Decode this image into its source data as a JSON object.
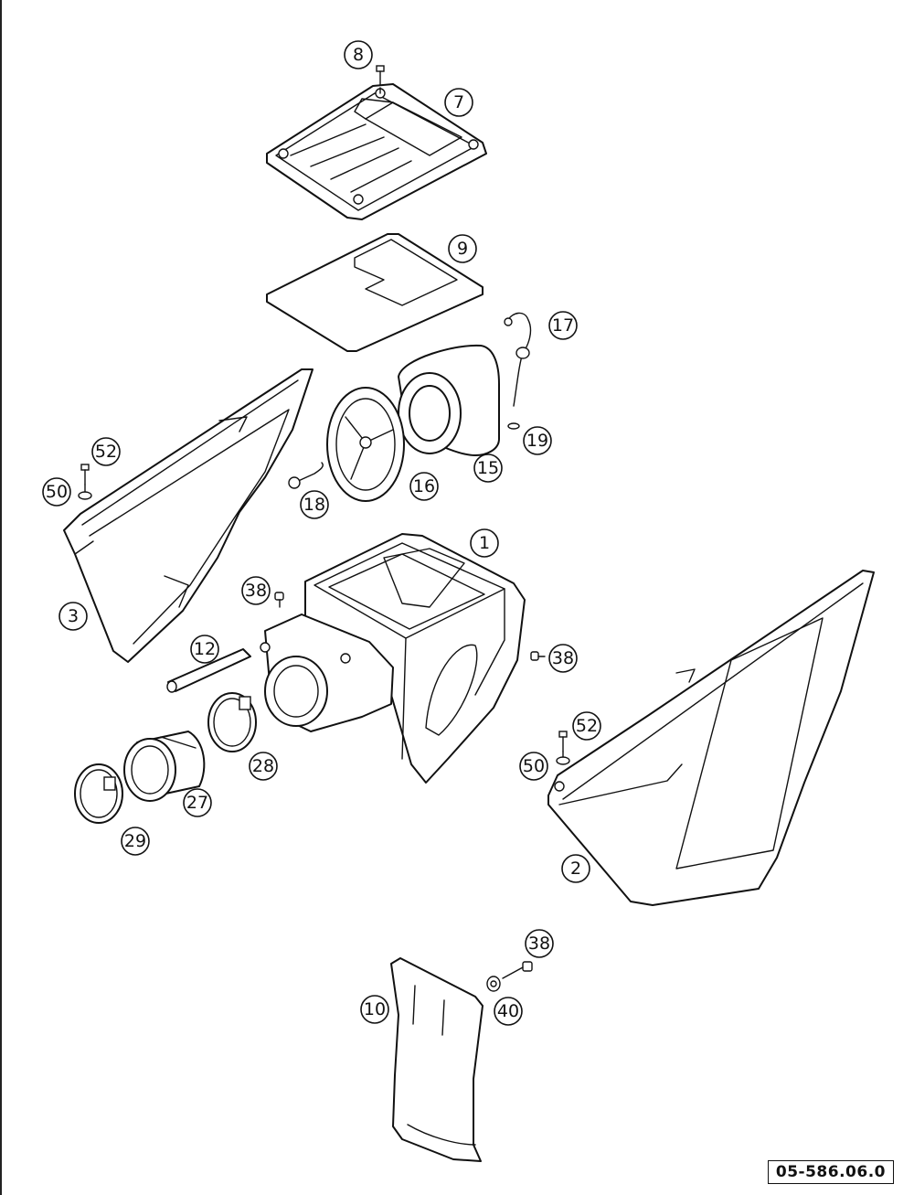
{
  "diagram": {
    "callouts": [
      {
        "id": "8",
        "label": "8"
      },
      {
        "id": "7",
        "label": "7"
      },
      {
        "id": "9",
        "label": "9"
      },
      {
        "id": "17",
        "label": "17"
      },
      {
        "id": "19",
        "label": "19"
      },
      {
        "id": "15",
        "label": "15"
      },
      {
        "id": "16",
        "label": "16"
      },
      {
        "id": "18",
        "label": "18"
      },
      {
        "id": "52a",
        "label": "52"
      },
      {
        "id": "50a",
        "label": "50"
      },
      {
        "id": "3",
        "label": "3"
      },
      {
        "id": "1",
        "label": "1"
      },
      {
        "id": "38a",
        "label": "38"
      },
      {
        "id": "38b",
        "label": "38"
      },
      {
        "id": "12",
        "label": "12"
      },
      {
        "id": "28",
        "label": "28"
      },
      {
        "id": "27",
        "label": "27"
      },
      {
        "id": "29",
        "label": "29"
      },
      {
        "id": "52b",
        "label": "52"
      },
      {
        "id": "50b",
        "label": "50"
      },
      {
        "id": "2",
        "label": "2"
      },
      {
        "id": "38c",
        "label": "38"
      },
      {
        "id": "10",
        "label": "10"
      },
      {
        "id": "40",
        "label": "40"
      }
    ],
    "reference_code": "05-586.06.0"
  }
}
